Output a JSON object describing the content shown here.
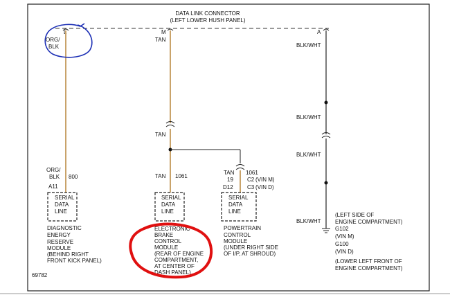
{
  "connector": {
    "title_line1": "DATA LINK CONNECTOR",
    "title_line2": "(LEFT LOWER HUSH PANEL)",
    "pin_l": "L",
    "pin_m": "M",
    "pin_a": "A"
  },
  "wires": {
    "org_blk_top_1": "ORG/",
    "org_blk_top_2": "BLK",
    "org_blk_bot_1": "ORG/",
    "org_blk_bot_2": "BLK",
    "org_blk_circuit": "800",
    "tan_top": "TAN",
    "tan_mid": "TAN",
    "tan_left_bot": "TAN",
    "tan_left_circuit": "1061",
    "tan_right_bot": "TAN",
    "tan_right_circuit": "1061",
    "tan_right_19": "19",
    "blk_wht_1": "BLK/WHT",
    "blk_wht_2": "BLK/WHT",
    "blk_wht_3": "BLK/WHT",
    "blk_wht_4": "BLK/WHT"
  },
  "pins": {
    "a11": "A11",
    "d12": "D12",
    "c2": "C2",
    "c2_note": "(VIN M)",
    "c3": "C3",
    "c3_note": "(VIN D)"
  },
  "modules": {
    "sdm_box": [
      "SERIAL",
      "DATA",
      "LINE"
    ],
    "sdm_label": [
      "DIAGNOSTIC",
      "ENERGY",
      "RESERVE",
      "MODULE",
      "(BEHIND RIGHT",
      "FRONT KICK PANEL)"
    ],
    "ebcm_box": [
      "SERIAL",
      "DATA",
      "LINE"
    ],
    "ebcm_label": [
      "ELECTRONIC",
      "BRAKE",
      "CONTROL",
      "MODULE",
      "(REAR OF ENGINE",
      "COMPARTMENT,",
      "AT CENTER OF",
      "DASH PANEL)"
    ],
    "pcm_box": [
      "SERIAL",
      "DATA",
      "LINE"
    ],
    "pcm_label": [
      "POWERTRAIN",
      "CONTROL",
      "MODULE",
      "(UNDER RIGHT SIDE",
      "OF I/P, AT SHROUD)"
    ]
  },
  "ground": {
    "lines": [
      "(LEFT SIDE OF",
      "ENGINE COMPARTMENT)",
      "G102",
      "(VIN M)",
      "G100",
      "(VIN D)",
      "",
      "(LOWER LEFT FRONT OF",
      "ENGINE COMPARTMENT)"
    ]
  },
  "figure_number": "69782",
  "colors": {
    "wire_tan": "#c9a36a",
    "wire_black": "#222222",
    "annotation_blue": "#1c2fb5",
    "annotation_red": "#e01010",
    "frame": "#222222"
  }
}
